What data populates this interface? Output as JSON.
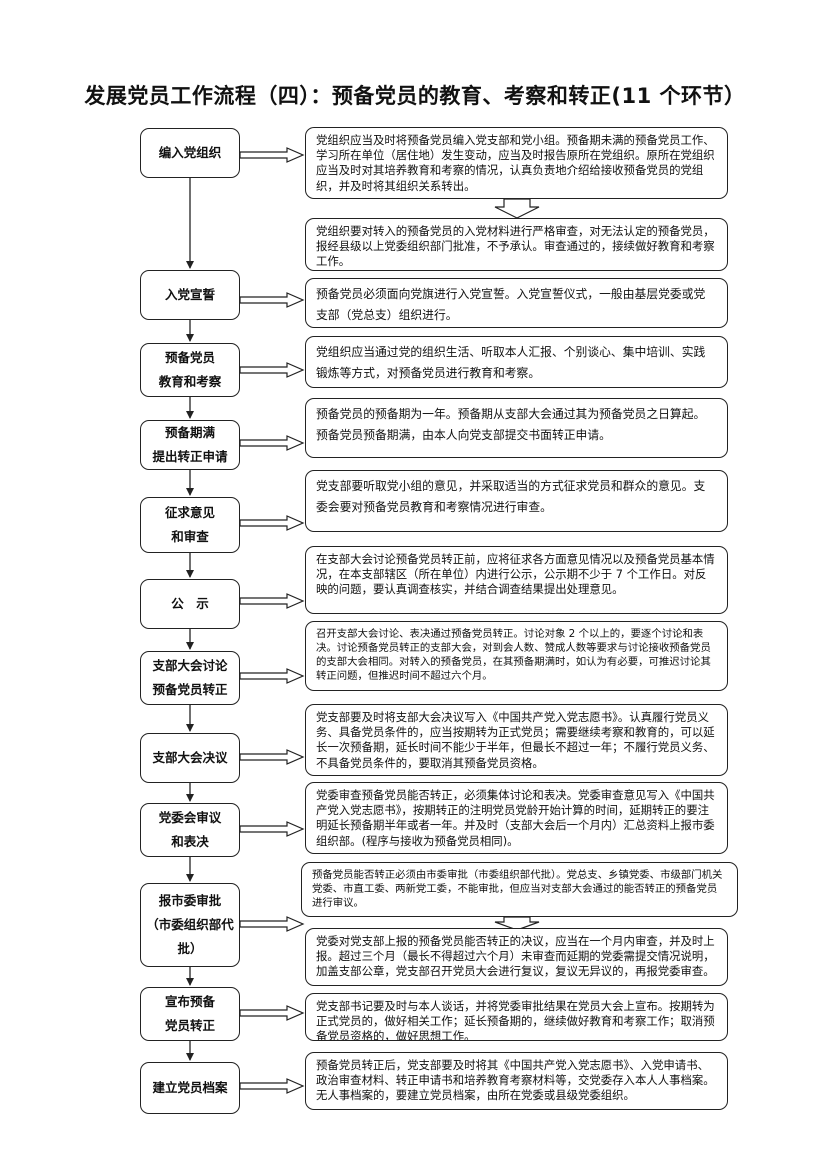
{
  "title": "发展党员工作流程（四）：预备党员的教育、考察和转正(11 个环节）",
  "steps": [
    {
      "label": "编入党组织"
    },
    {
      "label": "入党宣誓"
    },
    {
      "label": "预备党员\n教育和考察"
    },
    {
      "label": "预备期满\n提出转正申请"
    },
    {
      "label": "征求意见\n和审查"
    },
    {
      "label": "公　示"
    },
    {
      "label": "支部大会讨论\n预备党员转正"
    },
    {
      "label": "支部大会决议"
    },
    {
      "label": "党委会审议\n和表决"
    },
    {
      "label": "报市委审批\n（市委组织部代\n批）"
    },
    {
      "label": "宣布预备\n党员转正"
    },
    {
      "label": "建立党员档案"
    }
  ],
  "descriptions": [
    {
      "text": "党组织应当及时将预备党员编入党支部和党小组。预备期未满的预备党员工作、学习所在单位（居住地）发生变动，应当及时报告原所在党组织。原所在党组织应当及时对其培养教育和考察的情况，认真负责地介绍给接收预备党员的党组织，并及时将其组织关系转出。"
    },
    {
      "text": "党组织要对转入的预备党员的入党材料进行严格审查，对无法认定的预备党员，报经县级以上党委组织部门批准，不予承认。审查通过的，接续做好教育和考察工作。"
    },
    {
      "text": "预备党员必须面向党旗进行入党宣誓。入党宣誓仪式，一般由基层党委或党支部（党总支）组织进行。"
    },
    {
      "text": "党组织应当通过党的组织生活、听取本人汇报、个别谈心、集中培训、实践锻炼等方式，对预备党员进行教育和考察。"
    },
    {
      "text": "预备党员的预备期为一年。预备期从支部大会通过其为预备党员之日算起。预备党员预备期满，由本人向党支部提交书面转正申请。"
    },
    {
      "text": "党支部要听取党小组的意见，并采取适当的方式征求党员和群众的意见。支委会要对预备党员教育和考察情况进行审查。"
    },
    {
      "text": "在支部大会讨论预备党员转正前，应将征求各方面意见情况以及预备党员基本情况，在本支部辖区（所在单位）内进行公示，公示期不少于 7 个工作日。对反映的问题，要认真调查核实，并结合调查结果提出处理意见。"
    },
    {
      "text": "召开支部大会讨论、表决通过预备党员转正。讨论对象 2 个以上的，要逐个讨论和表决。讨论预备党员转正的支部大会，对到会人数、赞成人数等要求与讨论接收预备党员的支部大会相同。对转入的预备党员，在其预备期满时，如认为有必要，可推迟讨论其转正问题，但推迟时间不超过六个月。"
    },
    {
      "text": "党支部要及时将支部大会决议写入《中国共产党入党志愿书》。认真履行党员义务、具备党员条件的，应当按期转为正式党员；需要继续考察和教育的，可以延长一次预备期，延长时间不能少于半年，但最长不超过一年；不履行党员义务、不具备党员条件的，要取消其预备党员资格。"
    },
    {
      "text": "党委审查预备党员能否转正，必须集体讨论和表决。党委审查意见写入《中国共产党入党志愿书》，按期转正的注明党员党龄开始计算的时间，延期转正的要注明延长预备期半年或者一年。并及时（支部大会后一个月内）汇总资料上报市委组织部。(程序与接收为预备党员相同)。"
    },
    {
      "text": "预备党员能否转正必须由市委审批（市委组织部代批）。党总支、乡镇党委、市级部门机关党委、市直工委、两新党工委，不能审批，但应当对支部大会通过的能否转正的预备党员进行审议。"
    },
    {
      "text": "党委对党支部上报的预备党员能否转正的决议，应当在一个月内审查，并及时上报。超过三个月（最长不得超过六个月）未审查而延期的党委需提交情况说明，加盖支部公章，党支部召开党员大会进行复议，复议无异议的，再报党委审查。"
    },
    {
      "text": "党支部书记要及时与本人谈话，并将党委审批结果在党员大会上宣布。按期转为正式党员的，做好相关工作；延长预备期的，继续做好教育和考察工作；取消预备党员资格的，做好思想工作。"
    },
    {
      "text": "预备党员转正后，党支部要及时将其《中国共产党入党志愿书》、入党申请书、政治审查材料、转正申请书和培养教育考察材料等，交党委存入本人人事档案。无人事档案的，要建立党员档案，由所在党委或县级党委组织。"
    }
  ]
}
